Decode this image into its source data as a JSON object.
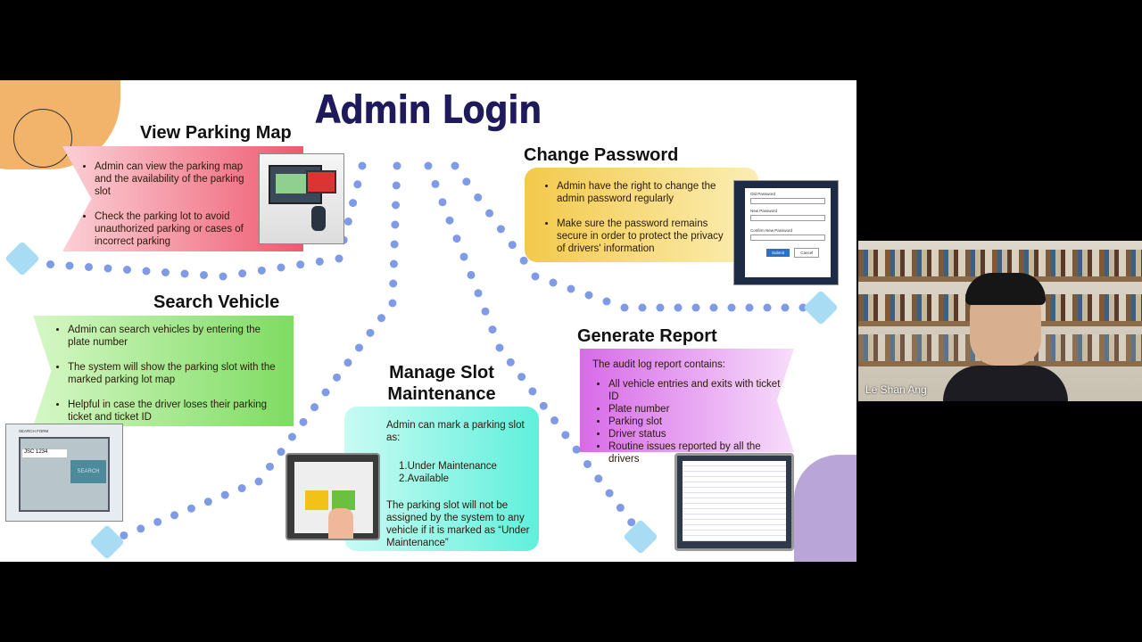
{
  "slide": {
    "title": "Admin Login",
    "view_map": {
      "heading": "View Parking Map",
      "bullets": [
        "Admin can view the parking map and the availability of the parking slot",
        "Check the parking lot to avoid unauthorized parking or cases of incorrect parking"
      ]
    },
    "change_password": {
      "heading": "Change Password",
      "bullets": [
        "Admin have the right to change the admin password regularly",
        "Make sure the password remains secure in order to protect the privacy of drivers' information"
      ],
      "form": {
        "old": "Old Password",
        "new": "New Password",
        "confirm": "Confirm New Password",
        "submit": "Submit",
        "cancel": "Cancel"
      }
    },
    "search_vehicle": {
      "heading": "Search Vehicle",
      "bullets": [
        "Admin can search vehicles by entering the plate number",
        "The system will show the parking slot with the marked parking lot map",
        "Helpful in case the driver loses their parking ticket and ticket ID"
      ],
      "form": {
        "label": "SEARCH FORM",
        "plate": "JSC 1234",
        "button": "SEARCH"
      }
    },
    "manage_slot": {
      "heading_line1": "Manage Slot",
      "heading_line2": "Maintenance",
      "intro": "Admin can mark a parking slot as:",
      "options": [
        "1.Under Maintenance",
        "2.Available"
      ],
      "note": "The parking slot will not be assigned by the system to any vehicle if it is marked as “Under Maintenance”"
    },
    "generate_report": {
      "heading": "Generate Report",
      "intro": "The audit log report contains:",
      "bullets": [
        "All vehicle entries and exits with ticket ID",
        "Plate number",
        "Parking slot",
        "Driver status",
        "Routine issues reported by all the drivers"
      ]
    },
    "colors": {
      "title": "#1f1a5c",
      "dots": "#7f9be6",
      "red": "#f06a7a",
      "yellow": "#f6d66a",
      "green": "#8fe07a",
      "cyan": "#7ff0e0",
      "purple": "#e28ef0"
    }
  },
  "participant": {
    "name": "Le Shan Ang"
  }
}
